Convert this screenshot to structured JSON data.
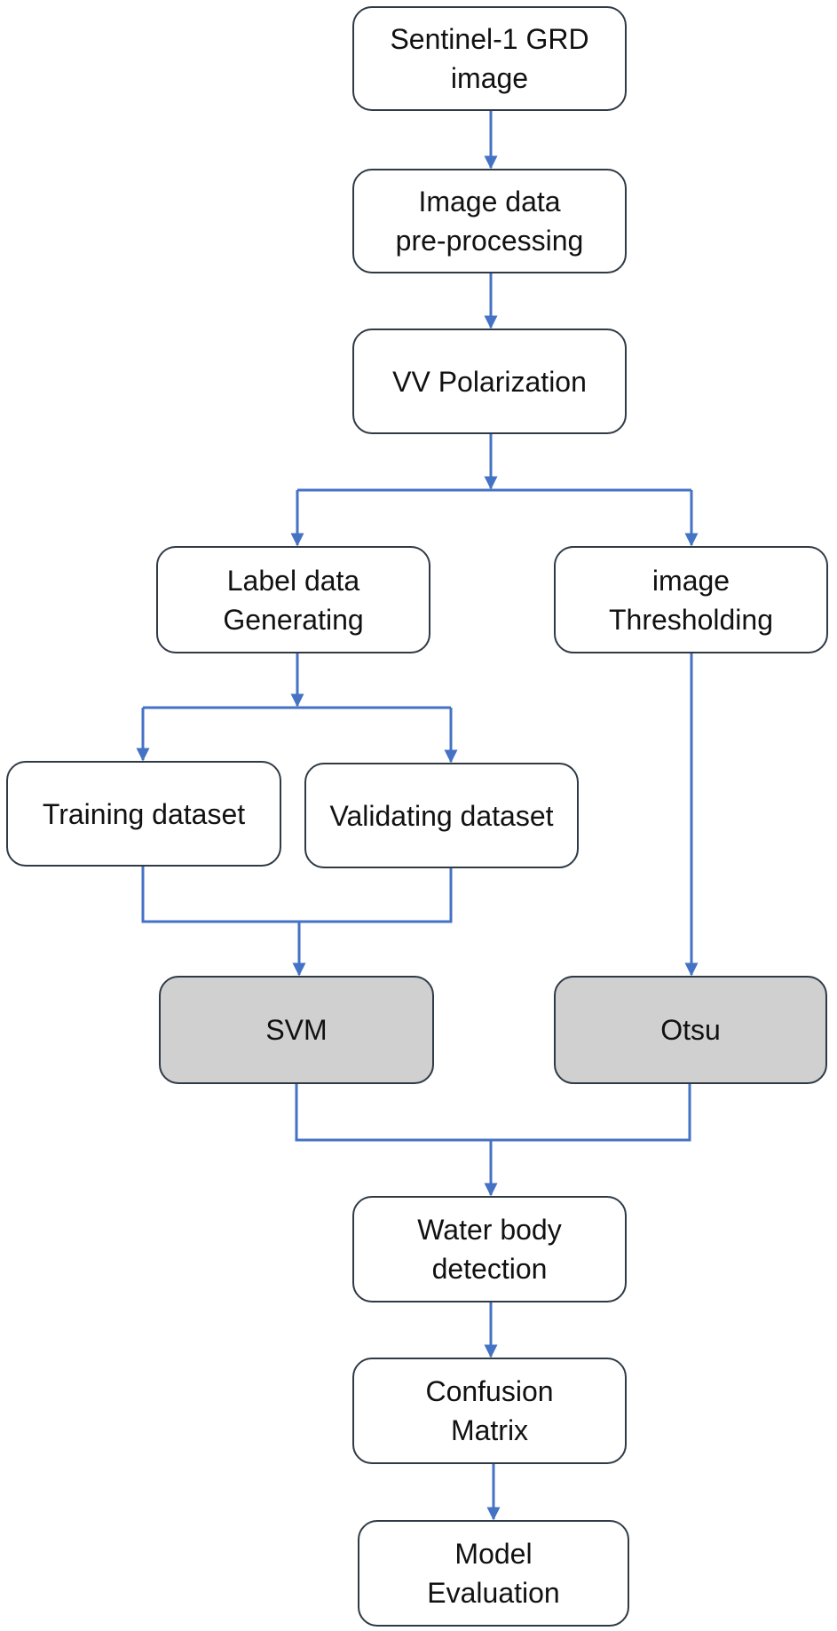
{
  "colors": {
    "connector": "#4472c4",
    "node_border": "#2f3a45",
    "node_fill": "#ffffff",
    "model_fill": "#d0d0d0",
    "text": "#111111"
  },
  "nodes": {
    "sentinel_image": {
      "lines": [
        "Sentinel-1 GRD",
        "image"
      ]
    },
    "preprocessing": {
      "lines": [
        "Image data",
        "pre-processing"
      ]
    },
    "vv_polarization": {
      "lines": [
        "VV Polarization"
      ]
    },
    "label_data": {
      "lines": [
        "Label data",
        "Generating"
      ]
    },
    "image_thresholding": {
      "lines": [
        "image",
        "Thresholding"
      ]
    },
    "training_dataset": {
      "lines": [
        "Training dataset"
      ]
    },
    "validating_dataset": {
      "lines": [
        "Validating dataset"
      ]
    },
    "svm": {
      "lines": [
        "SVM"
      ]
    },
    "otsu": {
      "lines": [
        "Otsu"
      ]
    },
    "water_body": {
      "lines": [
        "Water body",
        "detection"
      ]
    },
    "confusion_matrix": {
      "lines": [
        "Confusion",
        "Matrix"
      ]
    },
    "model_evaluation": {
      "lines": [
        "Model",
        "Evaluation"
      ]
    }
  }
}
